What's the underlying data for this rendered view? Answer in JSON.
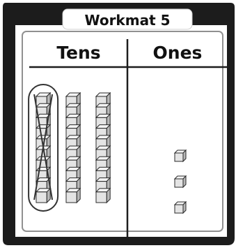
{
  "workmat": {
    "title": "Workmat 5",
    "columns": {
      "tens": "Tens",
      "ones": "Ones"
    }
  },
  "tens_rods": {
    "count": 3,
    "cubes_per_rod": 10,
    "circled_crossed_rods": 1
  },
  "ones_cubes": {
    "count": 3
  },
  "colors": {
    "frame": "#1c1c1c",
    "border": "#909090",
    "cube_fill": "#e4e4e4",
    "cube_stroke": "#2a2a2a",
    "cube_top": "#f4f4f4",
    "cube_side": "#b8b8b8",
    "mark": "#333333"
  }
}
